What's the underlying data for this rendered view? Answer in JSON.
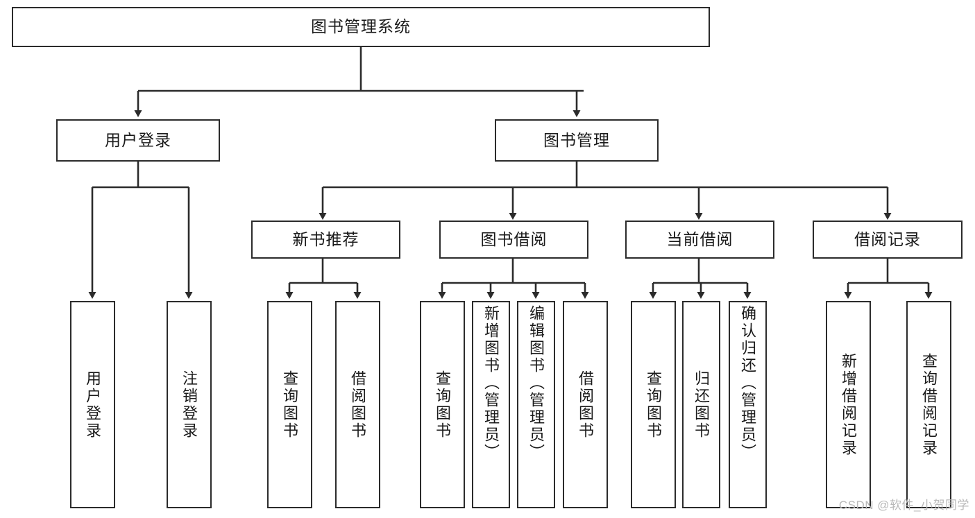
{
  "diagram": {
    "title": "图书管理系统",
    "type": "tree-hierarchy-diagram",
    "watermark": "CSDN @软件_小贺同学",
    "colors": {
      "stroke": "#2b2b2b",
      "fill": "#ffffff",
      "text": "#1a1a1a",
      "watermark": "#b9b9b9"
    },
    "nodes": {
      "root": {
        "label": "图书管理系统",
        "level": 0
      },
      "user_login": {
        "label": "用户登录",
        "level": 1
      },
      "book_manage": {
        "label": "图书管理",
        "level": 1
      },
      "new_book_rec": {
        "label": "新书推荐",
        "level": 2
      },
      "book_borrow": {
        "label": "图书借阅",
        "level": 2
      },
      "current_borrow": {
        "label": "当前借阅",
        "level": 2
      },
      "borrow_record": {
        "label": "借阅记录",
        "level": 2
      },
      "leaf_user_login": {
        "label": "用户登录",
        "level": 3
      },
      "leaf_logout": {
        "label": "注销登录",
        "level": 3
      },
      "leaf_query_book_a": {
        "label": "查询图书",
        "level": 3
      },
      "leaf_borrow_book_a": {
        "label": "借阅图书",
        "level": 3
      },
      "leaf_query_book_b": {
        "label": "查询图书",
        "level": 3
      },
      "leaf_add_book": {
        "label": "新增图书（管理员）",
        "level": 3
      },
      "leaf_edit_book": {
        "label": "编辑图书（管理员）",
        "level": 3
      },
      "leaf_borrow_book_b": {
        "label": "借阅图书",
        "level": 3
      },
      "leaf_query_book_c": {
        "label": "查询图书",
        "level": 3
      },
      "leaf_return_book": {
        "label": "归还图书",
        "level": 3
      },
      "leaf_confirm_return": {
        "label": "确认归还（管理员）",
        "level": 3
      },
      "leaf_add_record": {
        "label": "新增借阅记录",
        "level": 3
      },
      "leaf_query_record": {
        "label": "查询借阅记录",
        "level": 3
      }
    },
    "edges": [
      {
        "from": "root",
        "to": "user_login"
      },
      {
        "from": "root",
        "to": "book_manage"
      },
      {
        "from": "book_manage",
        "to": "new_book_rec"
      },
      {
        "from": "book_manage",
        "to": "book_borrow"
      },
      {
        "from": "book_manage",
        "to": "current_borrow"
      },
      {
        "from": "book_manage",
        "to": "borrow_record"
      },
      {
        "from": "user_login",
        "to": "leaf_user_login"
      },
      {
        "from": "user_login",
        "to": "leaf_logout"
      },
      {
        "from": "new_book_rec",
        "to": "leaf_query_book_a"
      },
      {
        "from": "new_book_rec",
        "to": "leaf_borrow_book_a"
      },
      {
        "from": "book_borrow",
        "to": "leaf_query_book_b"
      },
      {
        "from": "book_borrow",
        "to": "leaf_add_book"
      },
      {
        "from": "book_borrow",
        "to": "leaf_edit_book"
      },
      {
        "from": "book_borrow",
        "to": "leaf_borrow_book_b"
      },
      {
        "from": "current_borrow",
        "to": "leaf_query_book_c"
      },
      {
        "from": "current_borrow",
        "to": "leaf_return_book"
      },
      {
        "from": "current_borrow",
        "to": "leaf_confirm_return"
      },
      {
        "from": "borrow_record",
        "to": "leaf_add_record"
      },
      {
        "from": "borrow_record",
        "to": "leaf_query_record"
      }
    ]
  }
}
